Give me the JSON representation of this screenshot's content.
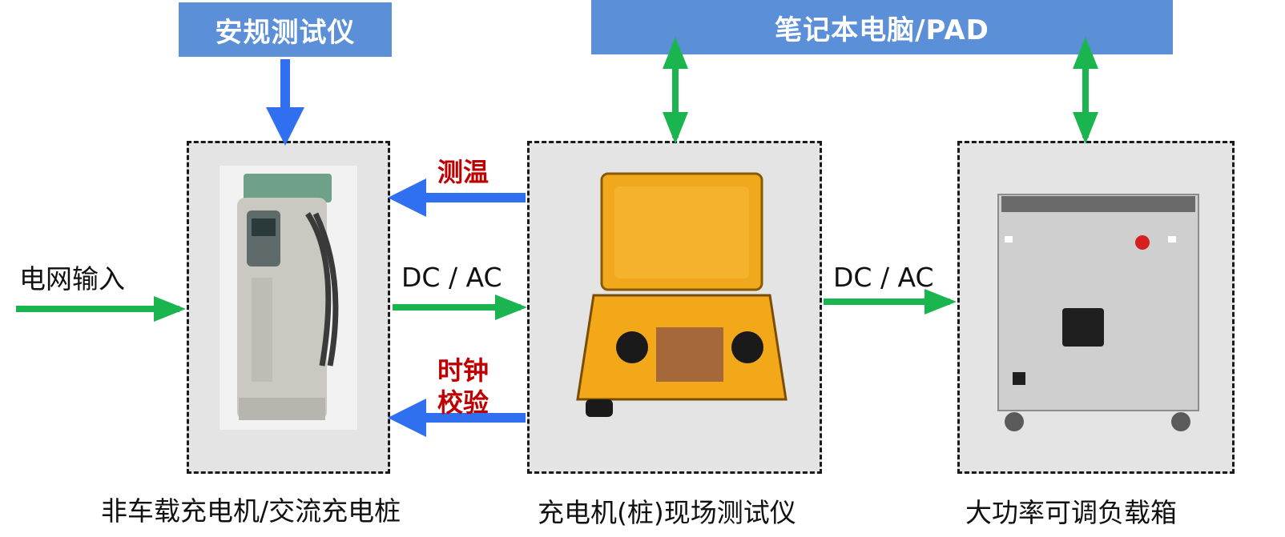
{
  "headers": {
    "safety_tester": "安规测试仪",
    "laptop_pad": "笔记本电脑/PAD"
  },
  "labels": {
    "grid_input": "电网输入",
    "dc_ac_left": "DC / AC",
    "dc_ac_right": "DC / AC",
    "temp_measure": "测温",
    "clock_line1": "时钟",
    "clock_line2": "校验"
  },
  "devices": {
    "charger": "非车载充电机/交流充电桩",
    "field_tester": "充电机(桩)现场测试仪",
    "load_box": "大功率可调负载箱"
  },
  "colors": {
    "header_bg": "#5b8fd8",
    "green_arrow": "#1bb550",
    "blue_arrow": "#2f6ff0",
    "red_text": "#c00000"
  }
}
